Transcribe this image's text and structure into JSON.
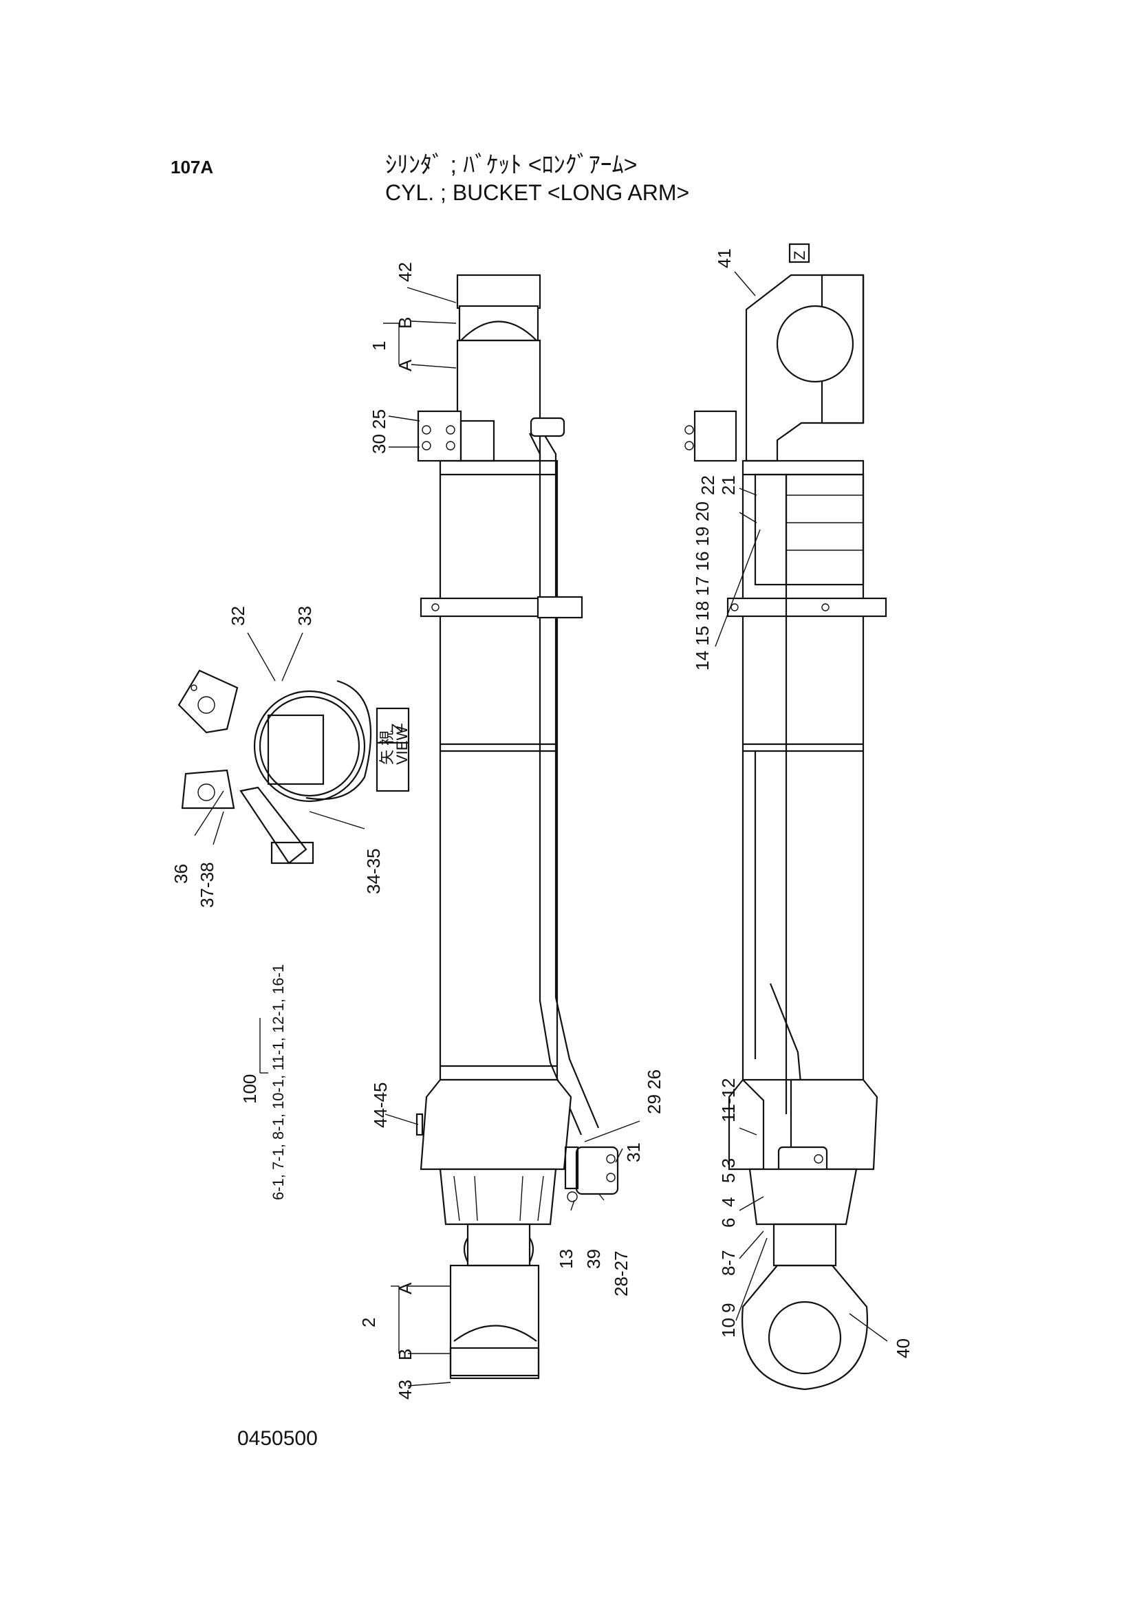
{
  "header": {
    "page_number": "107A",
    "title_jp": "ｼﾘﾝﾀﾞ ; ﾊﾞｹｯﾄ <ﾛﾝｸﾞｱｰﾑ>",
    "title_en": "CYL. ; BUCKET <LONG ARM>"
  },
  "doc_code": "0450500",
  "view_label": {
    "jp": "矢 視",
    "en": "VIEW",
    "letter": "Z"
  },
  "view_marker": "Z",
  "callouts": {
    "c42": "42",
    "cB1": "B",
    "cA1": "A",
    "c1": "1",
    "c30_25": "30 25",
    "c32": "32",
    "c33": "33",
    "c36": "36",
    "c37_38": "37-38",
    "c34_35": "34-35",
    "c100": "100",
    "c100_list": "6-1, 7-1, 8-1, 10-1, 11-1, 12-1, 16-1",
    "c44_45": "44-45",
    "c2": "2",
    "cA2": "A",
    "cB2": "B",
    "c43": "43",
    "c13": "13",
    "c39": "39",
    "c28_27": "28-27",
    "c31": "31",
    "c29_26": "29 26",
    "c41": "41",
    "c22": "22",
    "c21": "21",
    "c20_list": "14 15 18 17 16 19 20",
    "c11_12": "11-12",
    "c5_3": "5 3",
    "c4": "4",
    "c6": "6",
    "c8_7": "8-7",
    "c10_9": "10 9",
    "c40": "40"
  }
}
